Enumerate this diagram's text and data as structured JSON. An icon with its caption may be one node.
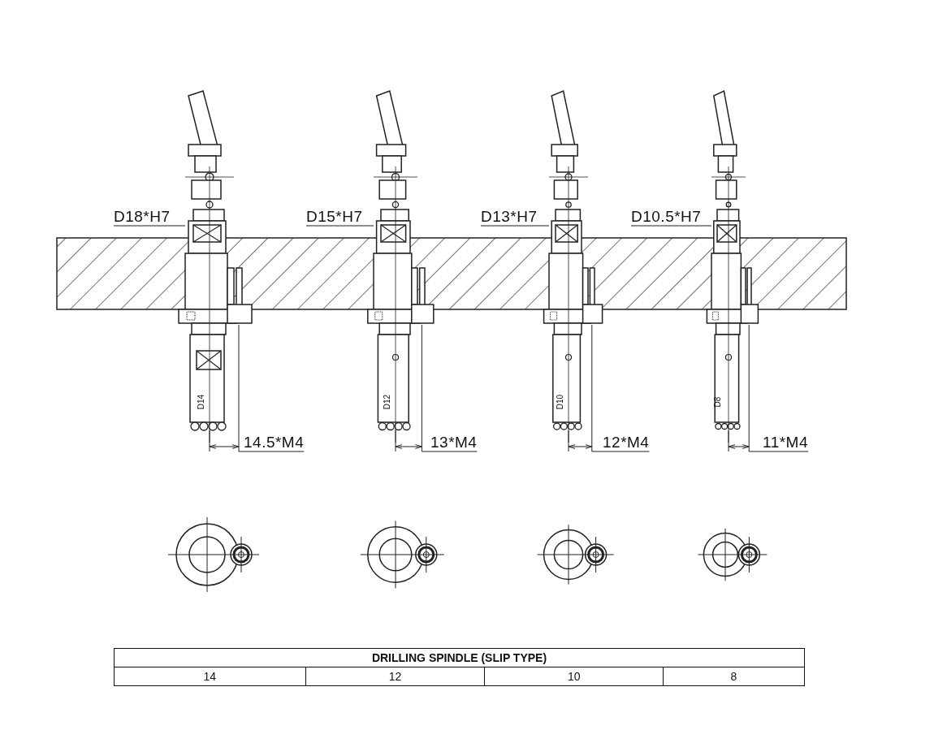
{
  "diagram": {
    "labels": [
      "D18*H7",
      "D15*H7",
      "D13*H7",
      "D10.5*H7",
      "D14",
      "D12",
      "D10",
      "D8",
      "14.5*M4",
      "13*M4",
      "12*M4",
      "11*M4",
      "DRILLING SPINDLE (SLIP TYPE)",
      "14",
      "12",
      "10",
      "8"
    ]
  }
}
